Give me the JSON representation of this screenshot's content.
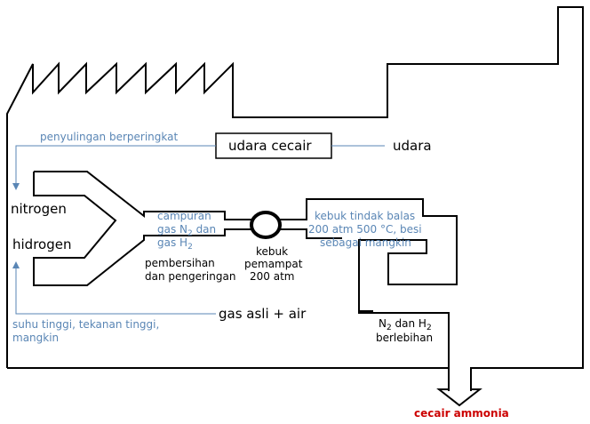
{
  "labels": {
    "fractional_distillation": "penyulingan berperingkat",
    "liquid_air": "udara cecair",
    "air": "udara",
    "nitrogen": "nitrogen",
    "hydrogen": "hidrogen",
    "catalyst_conditions": "suhu tinggi,  tekanan tinggi,",
    "catalyst_conditions_2": "mangkin",
    "natural_gas": "gas asli  + air",
    "mixture_line1": "campuran",
    "mixture_line2_a": "gas N",
    "mixture_line2_sub": "2",
    "mixture_line2_b": " dan",
    "mixture_line3_a": "gas H",
    "mixture_line3_sub": "2",
    "purify_line1": "pembersihan",
    "purify_line2": "dan pengeringan",
    "compressor_line1": "kebuk",
    "compressor_line2": "pemampat",
    "compressor_line3": "200 atm",
    "reactor_line1": "kebuk tindak balas",
    "reactor_line2": "200 atm 500 °C, besi",
    "reactor_line3": "sebagai mangkin",
    "excess_line1_a": "N",
    "excess_line1_sub1": "2",
    "excess_line1_b": " dan H",
    "excess_line1_sub2": "2",
    "excess_line2": "berlebihan",
    "ammonia": "cecair ammonia"
  },
  "colors": {
    "annotation_blue": "#5a86b5",
    "product_red": "#cc0000",
    "outline": "#000000"
  }
}
